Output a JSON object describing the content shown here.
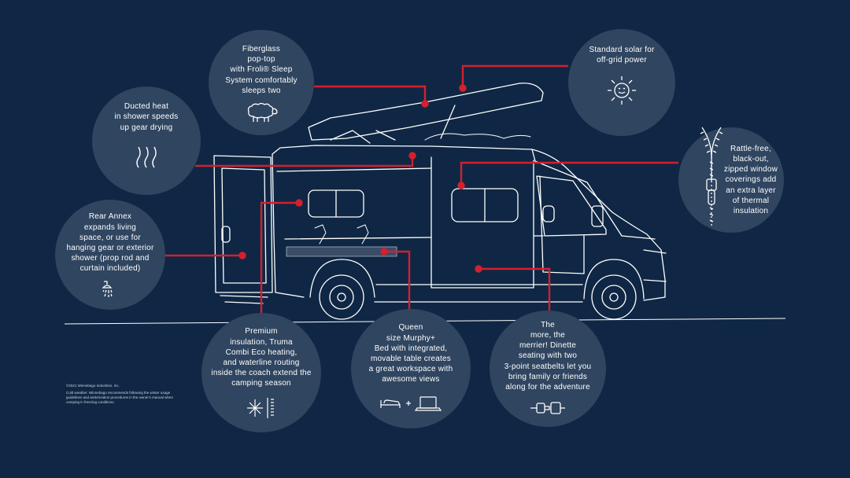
{
  "colors": {
    "background": "#0f2744",
    "bubble": "#2f4560",
    "callout_line": "#d4202e",
    "line_art": "#ffffff"
  },
  "callouts": {
    "pop_top": "Fiberglass\npop-top\nwith Froli® Sleep\nSystem comfortably\nsleeps two",
    "solar": "Standard solar for\noff-grid power",
    "ducted_heat": "Ducted heat\nin shower speeds\nup gear drying",
    "window_coverings": "Rattle-free,\nblack-out,\nzipped window\ncoverings add\nan extra layer\nof thermal\ninsulation",
    "rear_annex": "Rear Annex\nexpands living\nspace, or use for\nhanging gear or exterior\nshower (prop rod and\ncurtain included)",
    "insulation": "Premium\ninsulation, Truma\nCombi Eco heating,\nand waterline routing\ninside the coach extend the\ncamping season",
    "murphy_bed": "Queen\nsize Murphy+\nBed with integrated,\nmovable table creates\na great workspace with\nawesome views",
    "dinette": "The\nmore, the\nmerrier! Dinette\nseating with two\n3-point seatbelts let you\nbring family or friends\nalong for the adventure"
  },
  "icons": {
    "pop_top": "sheep-icon",
    "solar": "sun-icon",
    "ducted_heat": "heat-waves-icon",
    "window_coverings": "zipper-icon",
    "rear_annex": "shower-head-icon",
    "insulation": "snowflake-insulation-icon",
    "murphy_bed": "bed-plus-laptop-icon",
    "dinette": "seatbelt-buckle-icon"
  },
  "footnote": {
    "copyright": "©2021 Winnebago Industries, Inc.",
    "disclaimer": "Cold weather: Winnebago recommends following the winter usage guidelines and winterization procedures in the owner's manual when camping in freezing conditions."
  }
}
